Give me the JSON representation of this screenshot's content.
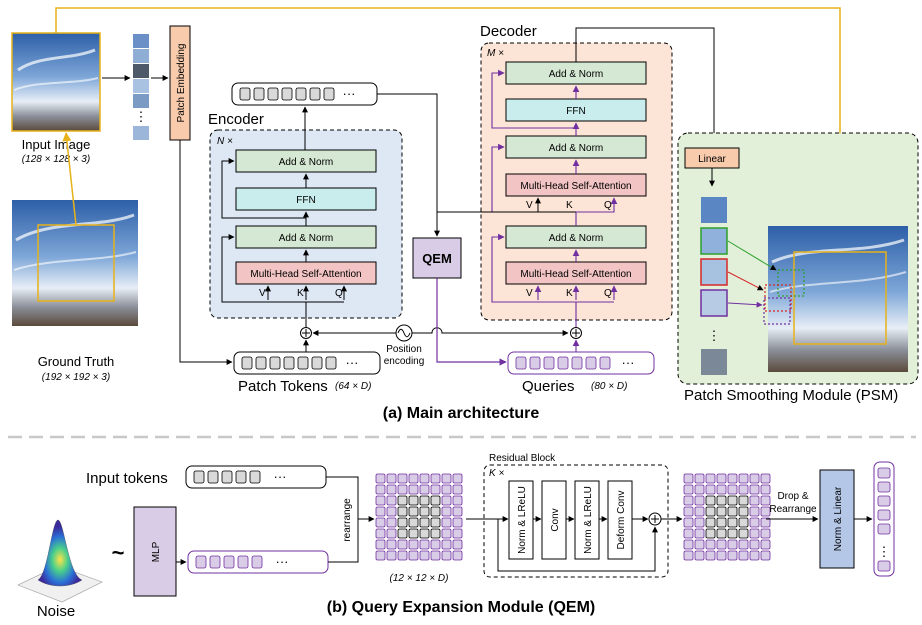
{
  "main": {
    "input_image_label": "Input Image",
    "input_image_dims": "(128 × 128 × 3)",
    "ground_truth_label": "Ground Truth",
    "ground_truth_dims": "(192 × 192 × 3)",
    "patch_embedding_label": "Patch Embedding",
    "encoder": {
      "title": "Encoder",
      "repeat": "N ×",
      "add_norm_label": "Add & Norm",
      "ffn_label": "FFN",
      "mhsa_label": "Multi-Head Self-Attention",
      "v": "V",
      "k": "K",
      "q": "Q"
    },
    "decoder": {
      "title": "Decoder",
      "repeat": "M ×",
      "add_norm_label": "Add & Norm",
      "ffn_label": "FFN",
      "mhsa_label": "Multi-Head Self-Attention",
      "v": "V",
      "k": "K",
      "q": "Q"
    },
    "qem_label": "QEM",
    "position_encoding_line1": "Position",
    "position_encoding_line2": "encoding",
    "patch_tokens_label": "Patch Tokens",
    "patch_tokens_dims": "(64 × D)",
    "queries_label": "Queries",
    "queries_dims": "(80 × D)",
    "linear_label": "Linear",
    "psm_label": "Patch Smoothing Module (PSM)",
    "caption": "(a) Main architecture",
    "ellipsis": "···",
    "vdots": "⋮"
  },
  "qem": {
    "input_tokens_label": "Input tokens",
    "rearrange_label": "rearrange",
    "mlp_label": "MLP",
    "noise_label": "Noise",
    "tilde": "~",
    "grid_dims": "(12 × 12 × D)",
    "residual_block_label": "Residual Block",
    "repeat": "K ×",
    "blocks": [
      "Norm & LReLU",
      "Conv",
      "Norm & LReLU",
      "Deform Conv"
    ],
    "drop_line1": "Drop &",
    "drop_line2": "Rearrange",
    "norm_linear_label": "Norm & Linear",
    "caption": "(b) Query  Expansion Module (QEM)",
    "ellipsis": "···",
    "vdots": "⋮"
  },
  "colors": {
    "encoder_bg": "#dde8f4",
    "decoder_bg": "#fce4d6",
    "psm_bg": "#e2f0d9",
    "add_norm": "#d5e8d4",
    "ffn": "#c9ecec",
    "mhsa": "#f2c4c4",
    "patch_embedding": "#f8cbad",
    "qem_box": "#d9cce6",
    "purple": "#7030a0",
    "yellow": "#e6b21a",
    "norm_linear": "#b4c7e7"
  }
}
